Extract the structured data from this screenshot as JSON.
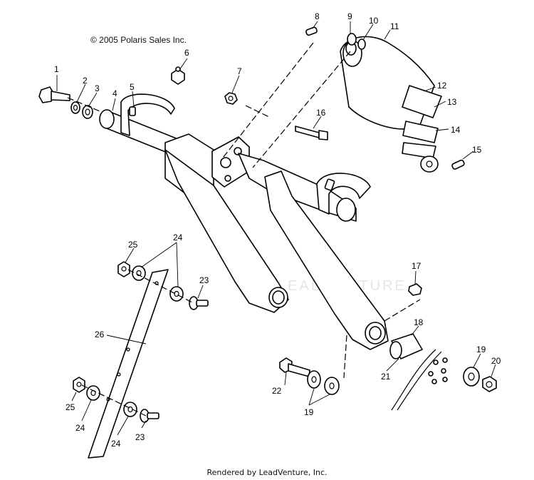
{
  "copyright": "© 2005 Polaris Sales Inc.",
  "footer": "Rendered by LeadVenture, Inc.",
  "watermark": "LEADVENTURE",
  "callouts": {
    "n1": "1",
    "n2": "2",
    "n3": "3",
    "n4": "4",
    "n5": "5",
    "n6": "6",
    "n7": "7",
    "n8": "8",
    "n9": "9",
    "n10": "10",
    "n11": "11",
    "n12": "12",
    "n13": "13",
    "n14": "14",
    "n15": "15",
    "n16": "16",
    "n17": "17",
    "n18": "18",
    "n19a": "19",
    "n19b": "19",
    "n20": "20",
    "n21": "21",
    "n22": "22",
    "n23a": "23",
    "n23b": "23",
    "n24a": "24",
    "n24b": "24",
    "n24c": "24",
    "n25a": "25",
    "n25b": "25",
    "n26": "26"
  }
}
